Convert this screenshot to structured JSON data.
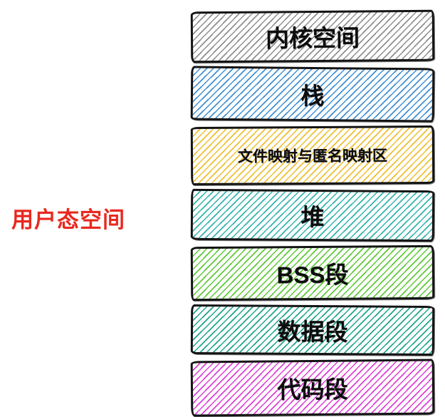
{
  "diagram": {
    "side_label": "用户态空间",
    "side_label_color": "#e8291f",
    "segments": [
      {
        "label": "内核空间",
        "color": "#8f8f8f"
      },
      {
        "label": "栈",
        "color": "#3f8fd2"
      },
      {
        "label": "文件映射与匿名映射区",
        "color": "#eebf2f"
      },
      {
        "label": "堆",
        "color": "#33b3ad"
      },
      {
        "label": "BSS段",
        "color": "#5ec938"
      },
      {
        "label": "数据段",
        "color": "#1fa48e"
      },
      {
        "label": "代码段",
        "color": "#dd3fd6"
      }
    ]
  }
}
